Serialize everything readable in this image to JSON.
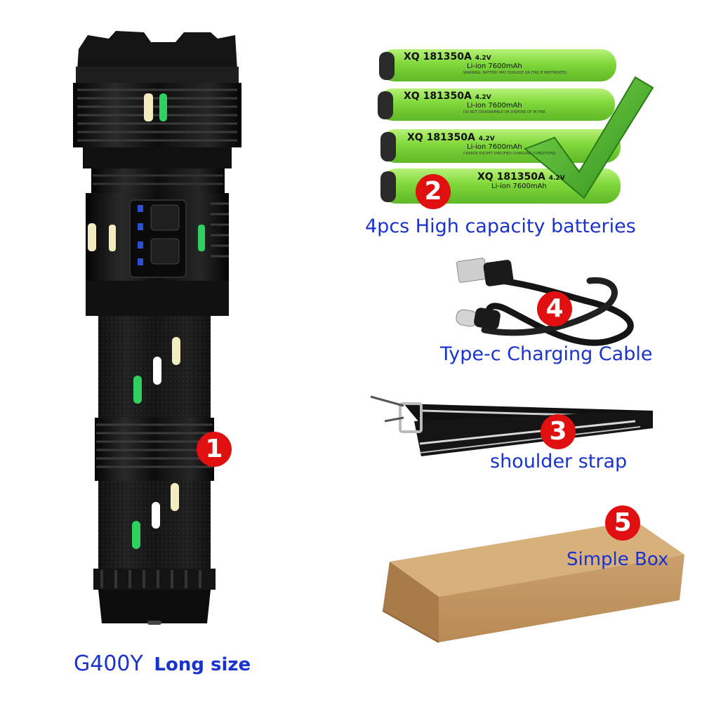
{
  "batteries": {
    "model": "181350A",
    "chemistry": "Li-ion",
    "capacity": "7600mAh",
    "voltage": "4.2V",
    "brand_mark": "XQ",
    "warning_lines": [
      "WARNING: BATTERY MAY EXPLODE OR FIRE IF MISTREATED.",
      "DO NOT DISASSEMBLE OR DISPOSE OF IN FIRE.",
      "CHARGE EXCEPT SPECIFIED CHARGING CONDITIONS."
    ]
  },
  "items": [
    {
      "number": "1",
      "label": ""
    },
    {
      "number": "2",
      "label": "4pcs High capacity batteries"
    },
    {
      "number": "3",
      "label": "shoulder strap"
    },
    {
      "number": "4",
      "label": "Type-c Charging Cable"
    },
    {
      "number": "5",
      "label": "Simple Box"
    }
  ],
  "product": {
    "model": "G400Y",
    "size": "Long size"
  },
  "colors": {
    "label_blue": "#1a33cc",
    "badge_red": "#e01010",
    "battery_green": "#8ee04a",
    "check_green": "#3fae2a",
    "box_kraft": "#c69a66"
  }
}
